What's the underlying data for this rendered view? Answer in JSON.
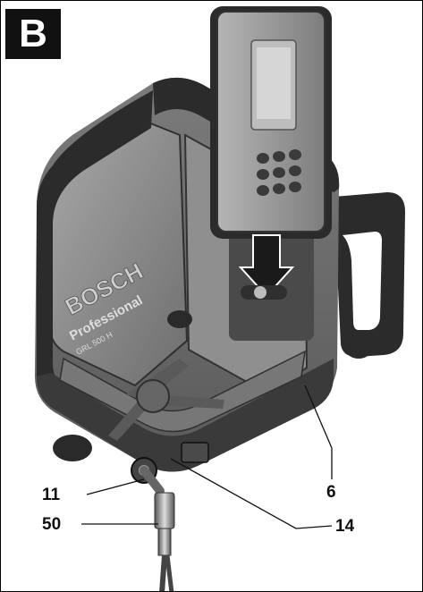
{
  "figure": {
    "label": "B"
  },
  "callouts": [
    {
      "id": "11",
      "text": "11"
    },
    {
      "id": "50",
      "text": "50"
    },
    {
      "id": "6",
      "text": "6"
    },
    {
      "id": "14",
      "text": "14"
    }
  ],
  "product": {
    "brand": "BOSCH",
    "line": "Professional",
    "model": "GRL 500 H"
  },
  "colors": {
    "housing": "#8c8c8c",
    "housing_dark": "#3a3a3a",
    "bumper": "#2b2b2b",
    "remote": "#9a9a9a",
    "arrow": "#1a1a1a"
  }
}
